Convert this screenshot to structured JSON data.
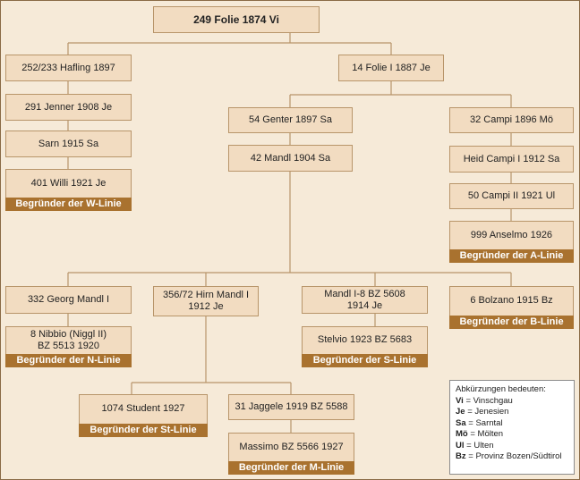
{
  "nodes": {
    "n249": {
      "title": "249 Folie 1874 Vi"
    },
    "n252": {
      "title": "252/233 Hafling 1897"
    },
    "n14": {
      "title": "14 Folie I 1887 Je"
    },
    "n291": {
      "title": "291 Jenner 1908 Je"
    },
    "nsarn": {
      "title": "Sarn 1915 Sa"
    },
    "n401": {
      "title": "401 Willi 1921 Je",
      "badge": "Begründer der W-Linie"
    },
    "n54": {
      "title": "54 Genter 1897 Sa"
    },
    "n42": {
      "title": "42 Mandl 1904 Sa"
    },
    "n32": {
      "title": "32 Campi 1896 Mö"
    },
    "nheid": {
      "title": "Heid Campi I 1912 Sa"
    },
    "n50": {
      "title": "50 Campi II 1921 Ul"
    },
    "n999": {
      "title": "999 Anselmo 1926",
      "badge": "Begründer der A-Linie"
    },
    "n332": {
      "title": "332 Georg Mandl I"
    },
    "n356": {
      "title": "356/72 Hirn Mandl I",
      "title2": "1912 Je"
    },
    "nmandl18": {
      "title": "Mandl I-8 BZ 5608",
      "title2": "1914 Je"
    },
    "n6": {
      "title": "6 Bolzano 1915 Bz",
      "badge": "Begründer der B-Linie"
    },
    "n8": {
      "title": "8 Nibbio (Niggl II)",
      "title2": "BZ 5513 1920",
      "badge": "Begründer der N-Linie"
    },
    "nstelvio": {
      "title": "Stelvio 1923 BZ 5683",
      "badge": "Begründer der S-Linie"
    },
    "n1074": {
      "title": "1074 Student 1927",
      "badge": "Begründer der St-Linie"
    },
    "n31": {
      "title": "31 Jaggele 1919 BZ 5588"
    },
    "nmassimo": {
      "title": "Massimo BZ 5566 1927",
      "badge": "Begründer der M-Linie"
    }
  },
  "legend": {
    "title": "Abkürzungen bedeuten:",
    "items": [
      {
        "abbr": "Vi",
        "meaning": "Vinschgau"
      },
      {
        "abbr": "Je",
        "meaning": "Jenesien"
      },
      {
        "abbr": "Sa",
        "meaning": "Sarntal"
      },
      {
        "abbr": "Mö",
        "meaning": "Mölten"
      },
      {
        "abbr": "Ul",
        "meaning": "Ulten"
      },
      {
        "abbr": "Bz",
        "meaning": "Provinz Bozen/Südtirol"
      }
    ]
  },
  "colors": {
    "background": "#f6ead8",
    "node_fill": "#f2dcc1",
    "node_border": "#b8956a",
    "badge_fill": "#a9722f",
    "badge_text": "#ffffff",
    "connector": "#b8956a"
  }
}
